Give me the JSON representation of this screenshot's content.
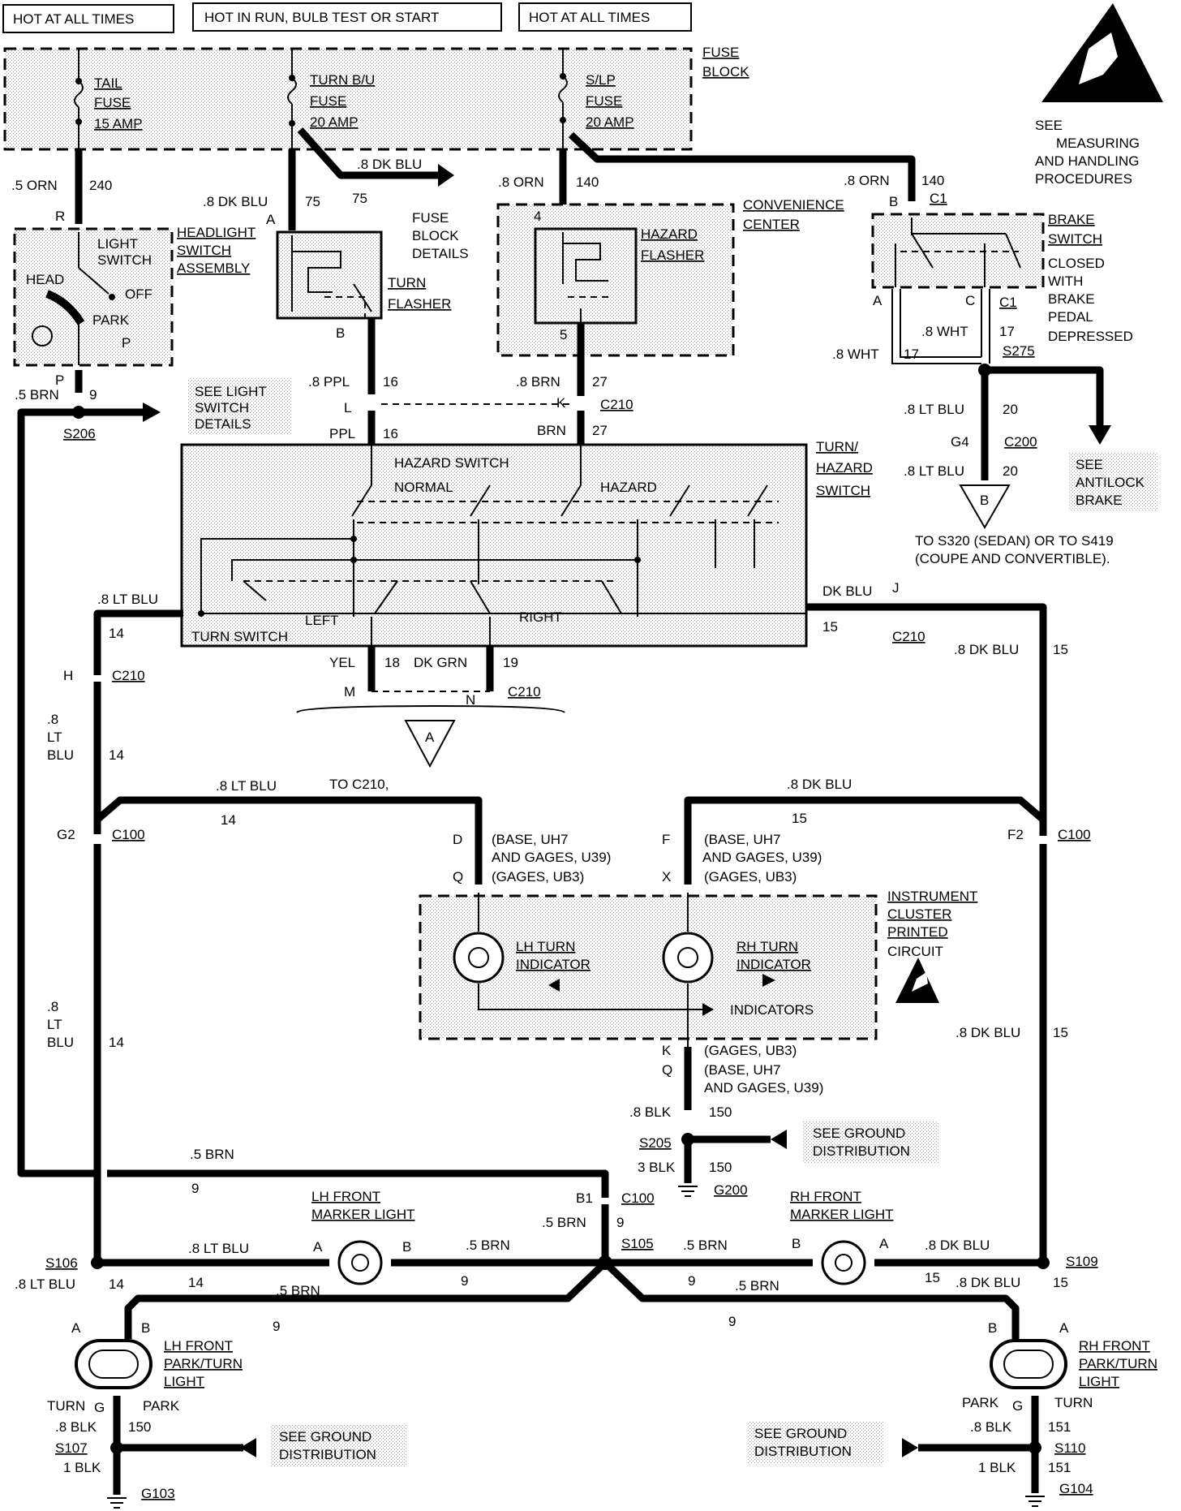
{
  "headers": [
    "HOT AT ALL TIMES",
    "HOT IN RUN, BULB TEST OR START",
    "HOT AT ALL TIMES"
  ],
  "fuse_block": {
    "title_1": "FUSE",
    "title_2": "BLOCK",
    "fuses": [
      {
        "l1": "TAIL",
        "l2": "FUSE",
        "l3": "15 AMP"
      },
      {
        "l1": "TURN B/U",
        "l2": "FUSE",
        "l3": "20 AMP"
      },
      {
        "l1": "S/LP",
        "l2": "FUSE",
        "l3": "20 AMP"
      }
    ],
    "details": [
      "FUSE",
      "BLOCK",
      "DETAILS"
    ]
  },
  "esd_note": [
    "SEE",
    "MEASURING",
    "AND HANDLING",
    "PROCEDURES"
  ],
  "components": {
    "headlight_switch": [
      "HEADLIGHT",
      "SWITCH",
      "ASSEMBLY"
    ],
    "light_switch": [
      "LIGHT",
      "SWITCH"
    ],
    "head": "HEAD",
    "off": "OFF",
    "park": "PARK",
    "park_p": "P",
    "turn_flasher": [
      "TURN",
      "FLASHER"
    ],
    "convenience_center": [
      "CONVENIENCE",
      "CENTER"
    ],
    "hazard_flasher": [
      "HAZARD",
      "FLASHER"
    ],
    "brake_switch": [
      "BRAKE",
      "SWITCH"
    ],
    "brake_note": [
      "CLOSED",
      "WITH",
      "BRAKE",
      "PEDAL",
      "DEPRESSED"
    ],
    "see_light_switch": [
      "SEE LIGHT",
      "SWITCH",
      "DETAILS"
    ],
    "turn_hazard_switch": [
      "TURN/",
      "HAZARD",
      "SWITCH"
    ],
    "hazard_switch": "HAZARD SWITCH",
    "normal": "NORMAL",
    "hazard": "HAZARD",
    "turn_switch": "TURN SWITCH",
    "left": "LEFT",
    "right": "RIGHT",
    "see_antilock": [
      "SEE",
      "ANTILOCK",
      "BRAKE"
    ],
    "to_s320": [
      "TO S320 (SEDAN) OR TO S419",
      "(COUPE AND CONVERTIBLE)."
    ],
    "cluster": [
      "INSTRUMENT",
      "CLUSTER",
      "PRINTED",
      "CIRCUIT"
    ],
    "lh_turn_indicator": [
      "LH TURN",
      "INDICATOR"
    ],
    "rh_turn_indicator": [
      "RH TURN",
      "INDICATOR"
    ],
    "indicators": "INDICATORS",
    "see_ground_1": [
      "SEE GROUND",
      "DISTRIBUTION"
    ],
    "see_ground_2": [
      "SEE GROUND",
      "DISTRIBUTION"
    ],
    "see_ground_3": [
      "SEE GROUND",
      "DISTRIBUTION"
    ],
    "lh_front_marker": [
      "LH FRONT",
      "MARKER LIGHT"
    ],
    "rh_front_marker": [
      "RH FRONT",
      "MARKER LIGHT"
    ],
    "lh_park_turn": [
      "LH FRONT",
      "PARK/TURN",
      "LIGHT"
    ],
    "rh_park_turn": [
      "RH FRONT",
      "PARK/TURN",
      "LIGHT"
    ],
    "turn": "TURN",
    "park2": "PARK"
  },
  "wires": {
    "orn240": ".5 ORN",
    "n240": "240",
    "dkblu75a": ".8 DK BLU",
    "n75a": "75",
    "dkblu75b": ".8 DK BLU",
    "n75b": "75",
    "orn140a": ".8 ORN",
    "n140a": "140",
    "orn140b": ".8 ORN",
    "n140b": "140",
    "ppl16a": ".8 PPL",
    "n16a": "16",
    "ppl16b": "PPL",
    "n16b": "16",
    "brn27a": ".8 BRN",
    "n27a": "27",
    "brn27b": "BRN",
    "n27b": "27",
    "wht17a": ".8 WHT",
    "n17a": "17",
    "wht17b": ".8 WHT",
    "n17b": "17",
    "ltblu20a": ".8 LT BLU",
    "n20a": "20",
    "ltblu20b": ".8 LT BLU",
    "n20b": "20",
    "brn9a": ".5 BRN",
    "n9a": "9",
    "ltblu14a": ".8 LT BLU",
    "n14a": "14",
    "dkblu15a": "DK BLU",
    "n15a": "15",
    "yel18": "YEL",
    "n18": "18",
    "dkgrn19": "DK GRN",
    "n19": "19",
    "ltblu14b_1": ".8",
    "ltblu14b_2": "LT",
    "ltblu14b_3": "BLU",
    "n14b": "14",
    "dkblu15b": ".8 DK BLU",
    "n15b": "15",
    "ltblu14c": ".8 LT BLU",
    "to_c210": "TO C210,",
    "n14c": "14",
    "dkblu15c": ".8 DK BLU",
    "n15c": "15",
    "ltblu14d_1": ".8",
    "ltblu14d_2": "LT",
    "ltblu14d_3": "BLU",
    "n14d": "14",
    "dkblu15d": ".8 DK BLU",
    "n15d": "15",
    "blk150a": ".8 BLK",
    "n150a": "150",
    "blk150b": "3 BLK",
    "n150b": "150",
    "brn9b": ".5 BRN",
    "n9b": "9",
    "brn9c": ".5 BRN",
    "n9c": "9",
    "ltblu14e": ".8 LT BLU",
    "n14e": "14",
    "brn9d": ".5 BRN",
    "n9d": "9",
    "brn9e": ".5 BRN",
    "n9e": "9",
    "dkblu15e": ".8 DK BLU",
    "n15e": "15",
    "ltblu14f": ".8 LT BLU",
    "n14f": "14",
    "brn9f": ".5 BRN",
    "n9f": "9",
    "brn9g": ".5 BRN",
    "n9g": "9",
    "dkblu15f": ".8 DK BLU",
    "n15f": "15",
    "blk150c": ".8 BLK",
    "n150c": "150",
    "blk150d": "1 BLK",
    "blk151a": ".8 BLK",
    "n151a": "151",
    "blk151b": "1 BLK",
    "n151b": "151"
  },
  "connectors": {
    "c1a": "C1",
    "c1b": "C1",
    "c210a": "C210",
    "c210b": "C210",
    "c210c": "C210",
    "c210d": "C210",
    "c200": "C200",
    "c100a": "C100",
    "c100b": "C100",
    "c100c": "C100",
    "s206": "S206",
    "s275": "S275",
    "s205": "S205",
    "s105": "S105",
    "s106": "S106",
    "s109": "S109",
    "s107": "S107",
    "s110": "S110",
    "g200": "G200",
    "g103": "G103",
    "g104": "G104"
  },
  "pins": {
    "R": "R",
    "A1": "A",
    "B1": "B",
    "B2": "B",
    "A2": "A",
    "C": "C",
    "four": "4",
    "five": "5",
    "P": "P",
    "L": "L",
    "K1": "K",
    "G4": "G4",
    "tri_b": "B",
    "J": "J",
    "H": "H",
    "M": "M",
    "N": "N",
    "tri_a": "A",
    "G2": "G2",
    "F2": "F2",
    "D": "D",
    "Q1": "Q",
    "F": "F",
    "X": "X",
    "K2": "K",
    "Q2": "Q",
    "B1b": "B1",
    "A3": "A",
    "B3": "B",
    "B4": "B",
    "A4": "A",
    "A5": "A",
    "B5": "B",
    "B6": "B",
    "A6": "A",
    "G_l": "G",
    "G_r": "G"
  },
  "variants": {
    "d1": "(BASE, UH7",
    "d2": "AND GAGES, U39)",
    "d3": "(GAGES, UB3)",
    "f1": "(BASE, UH7",
    "f2": "AND GAGES, U39)",
    "f3": "(GAGES, UB3)",
    "k1": "(GAGES, UB3)",
    "k2": "(BASE, UH7",
    "k3": "AND GAGES, U39)"
  }
}
